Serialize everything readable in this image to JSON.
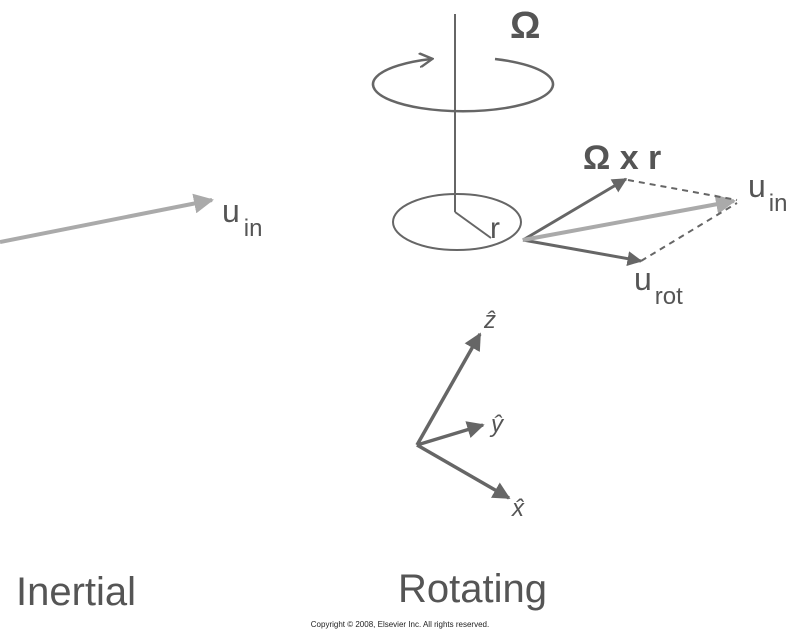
{
  "labels": {
    "omega": "Ω",
    "omega_cross_r": "Ω x r",
    "r": "r",
    "u": "u",
    "in_sub": "in",
    "rot_sub": "rot",
    "x_hat": "x̂",
    "y_hat": "ŷ",
    "z_hat": "ẑ",
    "inertial": "Inertial",
    "rotating": "Rotating",
    "copyright": "Copyright © 2008, Elsevier Inc. All rights reserved."
  },
  "colors": {
    "dark_stroke": "#666666",
    "light_arrow": "#aaaaaa",
    "text": "#555555"
  }
}
